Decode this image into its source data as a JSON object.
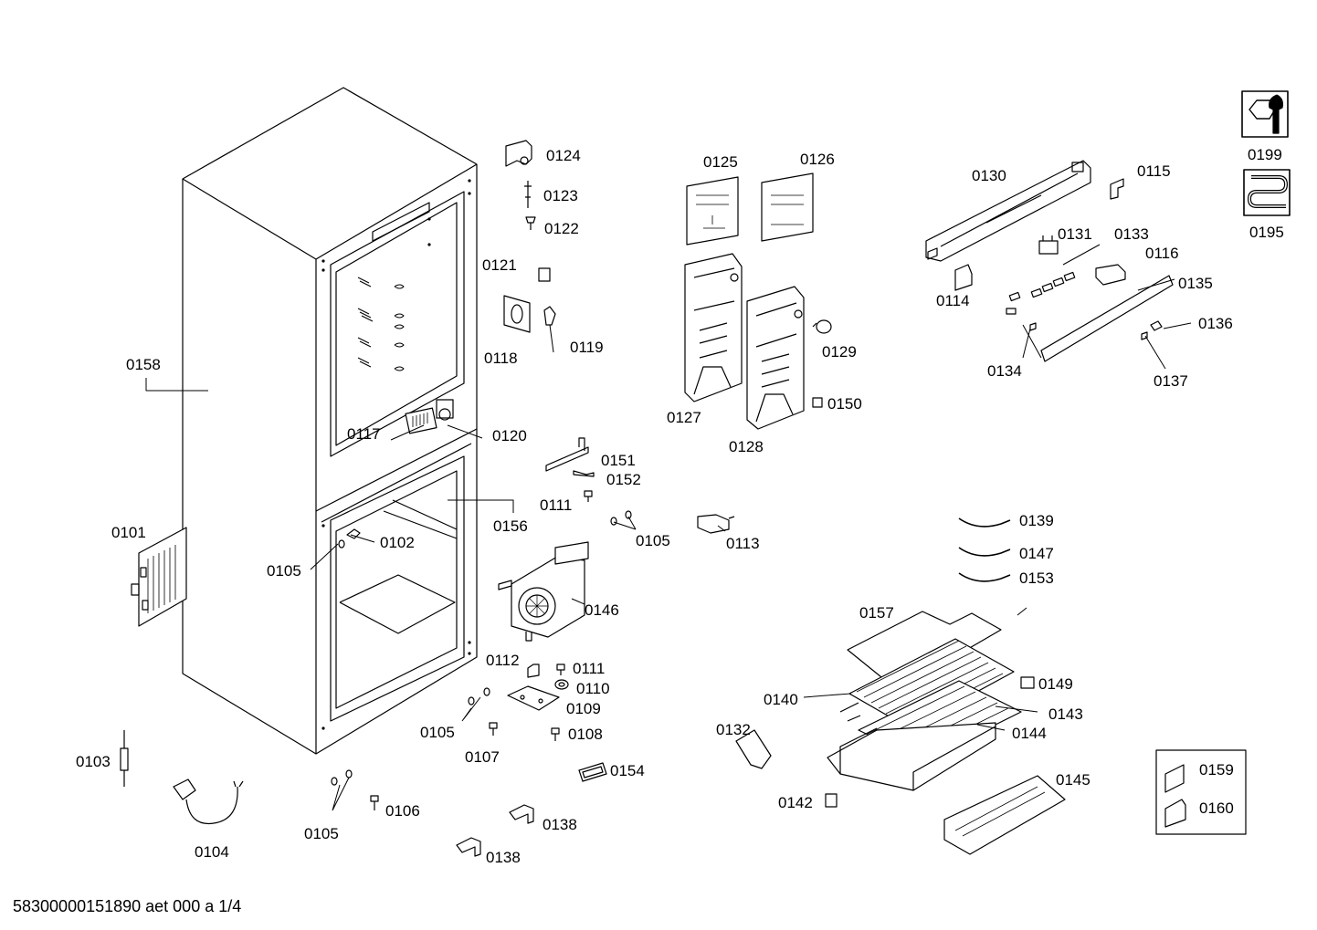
{
  "document_id": "58300000151890 aet 000 a 1/4",
  "callouts": [
    {
      "id": "p0158",
      "number": "0158"
    },
    {
      "id": "p0124",
      "number": "0124"
    },
    {
      "id": "p0123",
      "number": "0123"
    },
    {
      "id": "p0122",
      "number": "0122"
    },
    {
      "id": "p0121",
      "number": "0121"
    },
    {
      "id": "p0118",
      "number": "0118"
    },
    {
      "id": "p0119",
      "number": "0119"
    },
    {
      "id": "p0125",
      "number": "0125"
    },
    {
      "id": "p0126",
      "number": "0126"
    },
    {
      "id": "p0127",
      "number": "0127"
    },
    {
      "id": "p0128",
      "number": "0128"
    },
    {
      "id": "p0129",
      "number": "0129"
    },
    {
      "id": "p0150",
      "number": "0150"
    },
    {
      "id": "p0130",
      "number": "0130"
    },
    {
      "id": "p0115",
      "number": "0115"
    },
    {
      "id": "p0131",
      "number": "0131"
    },
    {
      "id": "p0133",
      "number": "0133"
    },
    {
      "id": "p0116",
      "number": "0116"
    },
    {
      "id": "p0114",
      "number": "0114"
    },
    {
      "id": "p0135",
      "number": "0135"
    },
    {
      "id": "p0136",
      "number": "0136"
    },
    {
      "id": "p0134",
      "number": "0134"
    },
    {
      "id": "p0137",
      "number": "0137"
    },
    {
      "id": "p0199",
      "number": "0199"
    },
    {
      "id": "p0195",
      "number": "0195"
    },
    {
      "id": "p0117",
      "number": "0117"
    },
    {
      "id": "p0120",
      "number": "0120"
    },
    {
      "id": "p0151",
      "number": "0151"
    },
    {
      "id": "p0152",
      "number": "0152"
    },
    {
      "id": "p0111a",
      "number": "0111"
    },
    {
      "id": "p0156",
      "number": "0156"
    },
    {
      "id": "p0105a",
      "number": "0105"
    },
    {
      "id": "p0113",
      "number": "0113"
    },
    {
      "id": "p0101",
      "number": "0101"
    },
    {
      "id": "p0102",
      "number": "0102"
    },
    {
      "id": "p0105b",
      "number": "0105"
    },
    {
      "id": "p0146",
      "number": "0146"
    },
    {
      "id": "p0112",
      "number": "0112"
    },
    {
      "id": "p0111b",
      "number": "0111"
    },
    {
      "id": "p0110",
      "number": "0110"
    },
    {
      "id": "p0109",
      "number": "0109"
    },
    {
      "id": "p0105c",
      "number": "0105"
    },
    {
      "id": "p0108",
      "number": "0108"
    },
    {
      "id": "p0107",
      "number": "0107"
    },
    {
      "id": "p0154",
      "number": "0154"
    },
    {
      "id": "p0103",
      "number": "0103"
    },
    {
      "id": "p0104",
      "number": "0104"
    },
    {
      "id": "p0105d",
      "number": "0105"
    },
    {
      "id": "p0106",
      "number": "0106"
    },
    {
      "id": "p0138a",
      "number": "0138"
    },
    {
      "id": "p0138b",
      "number": "0138"
    },
    {
      "id": "p0139",
      "number": "0139"
    },
    {
      "id": "p0147",
      "number": "0147"
    },
    {
      "id": "p0153",
      "number": "0153"
    },
    {
      "id": "p0157",
      "number": "0157"
    },
    {
      "id": "p0140",
      "number": "0140"
    },
    {
      "id": "p0149",
      "number": "0149"
    },
    {
      "id": "p0143",
      "number": "0143"
    },
    {
      "id": "p0144",
      "number": "0144"
    },
    {
      "id": "p0132",
      "number": "0132"
    },
    {
      "id": "p0142",
      "number": "0142"
    },
    {
      "id": "p0145",
      "number": "0145"
    },
    {
      "id": "p0159",
      "number": "0159"
    },
    {
      "id": "p0160",
      "number": "0160"
    }
  ]
}
